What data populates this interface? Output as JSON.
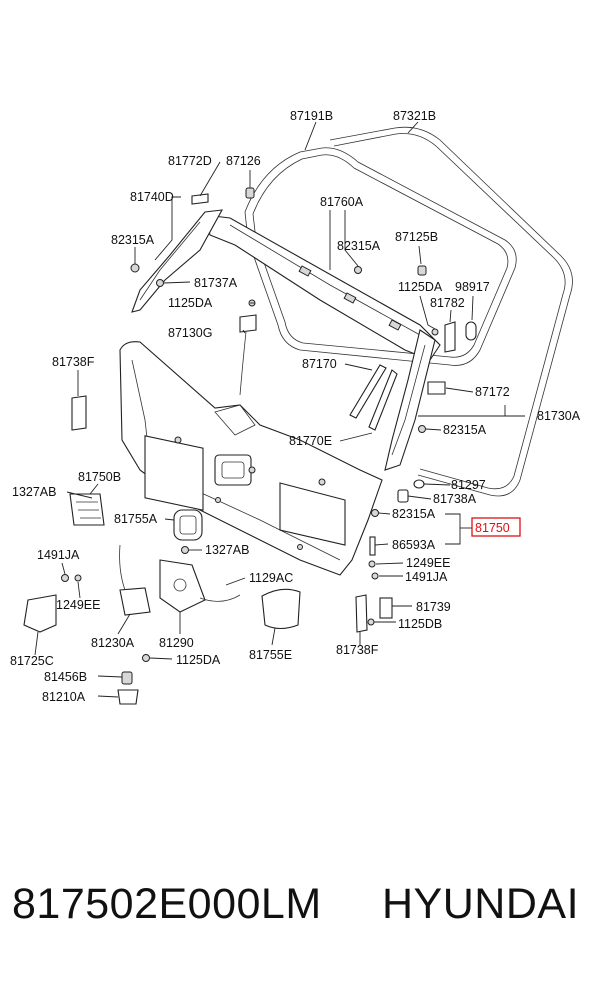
{
  "labels": {
    "l87191B": "87191B",
    "l87321B": "87321B",
    "l81772D": "81772D",
    "l87126": "87126",
    "l81740D": "81740D",
    "l81760A": "81760A",
    "l82315A_a": "82315A",
    "l82315A_b": "82315A",
    "l87125B": "87125B",
    "l81737A": "81737A",
    "l1125DA_a": "1125DA",
    "l1125DA_b": "1125DA",
    "l98917": "98917",
    "l81782": "81782",
    "l87130G": "87130G",
    "l81738F_a": "81738F",
    "l87170": "87170",
    "l87172": "87172",
    "l81730A": "81730A",
    "l82315A_c": "82315A",
    "l81770E": "81770E",
    "l81297": "81297",
    "l81738A": "81738A",
    "l1327AB_a": "1327AB",
    "l81750B": "81750B",
    "l82315A_d": "82315A",
    "l81755A": "81755A",
    "l81750": "81750",
    "l86593A": "86593A",
    "l1327AB_b": "1327AB",
    "l1491JA_a": "1491JA",
    "l1249EE_a": "1249EE",
    "l1249EE_b": "1249EE",
    "l1491JA_b": "1491JA",
    "l1129AC": "1129AC",
    "l81739": "81739",
    "l1125DB": "1125DB",
    "l81230A": "81230A",
    "l81290": "81290",
    "l1125DA_c": "1125DA",
    "l81755E": "81755E",
    "l81738F_b": "81738F",
    "l81725C": "81725C",
    "l81456B": "81456B",
    "l81210A": "81210A"
  },
  "highlight_color": "#dd1111",
  "footer": {
    "part_number": "817502E000LM",
    "brand": "HYUNDAI"
  }
}
